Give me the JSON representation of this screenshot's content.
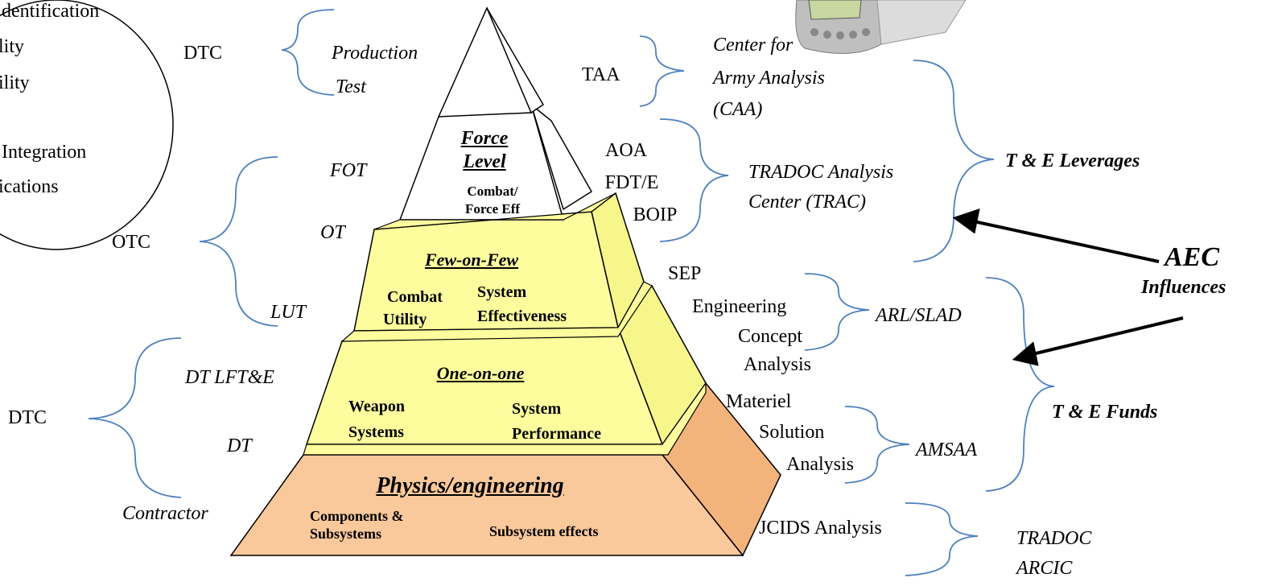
{
  "ellipse_text": [
    "dentification",
    "lity",
    "ility",
    "Integration",
    "ications"
  ],
  "left_labels": {
    "dtc_top": "DTC",
    "otc": "OTC",
    "dtc_bottom": "DTC",
    "production_test": [
      "Production",
      "Test"
    ],
    "fot": "FOT",
    "ot": "OT",
    "lut": "LUT",
    "dt_lfte": "DT LFT&E",
    "dt": "DT",
    "contractor": "Contractor"
  },
  "tiers": {
    "force": {
      "title": [
        "Force",
        "Level"
      ],
      "sub": [
        "Combat/",
        "Force Eff"
      ]
    },
    "few": {
      "title": "Few-on-Few",
      "sub_left": [
        "Combat",
        "Utility"
      ],
      "sub_right": [
        "System",
        "Effectiveness"
      ]
    },
    "one": {
      "title": "One-on-one",
      "sub_left": [
        "Weapon",
        "Systems"
      ],
      "sub_right": [
        "System",
        "Performance"
      ]
    },
    "physics": {
      "title": "Physics/engineering",
      "sub_left": [
        "Components &",
        "Subsystems"
      ],
      "sub_right": "Subsystem effects"
    }
  },
  "right_labels": {
    "taa": "TAA",
    "caa": [
      "Center for",
      "Army Analysis",
      "(CAA)"
    ],
    "aoa": [
      "AOA",
      "FDT/E",
      "BOIP"
    ],
    "trac": [
      "TRADOC Analysis",
      "Center (TRAC)"
    ],
    "sep": "SEP",
    "eng_concept": [
      "Engineering",
      "Concept",
      "Analysis"
    ],
    "arl_slad": "ARL/SLAD",
    "materiel": [
      "Materiel",
      "Solution",
      "Analysis"
    ],
    "amsaa": "AMSAA",
    "jcids": "JCIDS Analysis",
    "tradoc_arcic": [
      "TRADOC",
      "ARCIC"
    ],
    "te_leverages": "T & E Leverages",
    "aec": "AEC",
    "influences": "Influences",
    "te_funds": "T & E Funds"
  },
  "colors": {
    "physics_fill": "#f9c89b",
    "physics_side": "#f3b47c",
    "yellow_fill": "#fdfd9e",
    "yellow_side": "#f6f68a",
    "bracket": "#4f81bd",
    "outline": "#000000"
  },
  "icons": [
    "pda-device-icon"
  ]
}
